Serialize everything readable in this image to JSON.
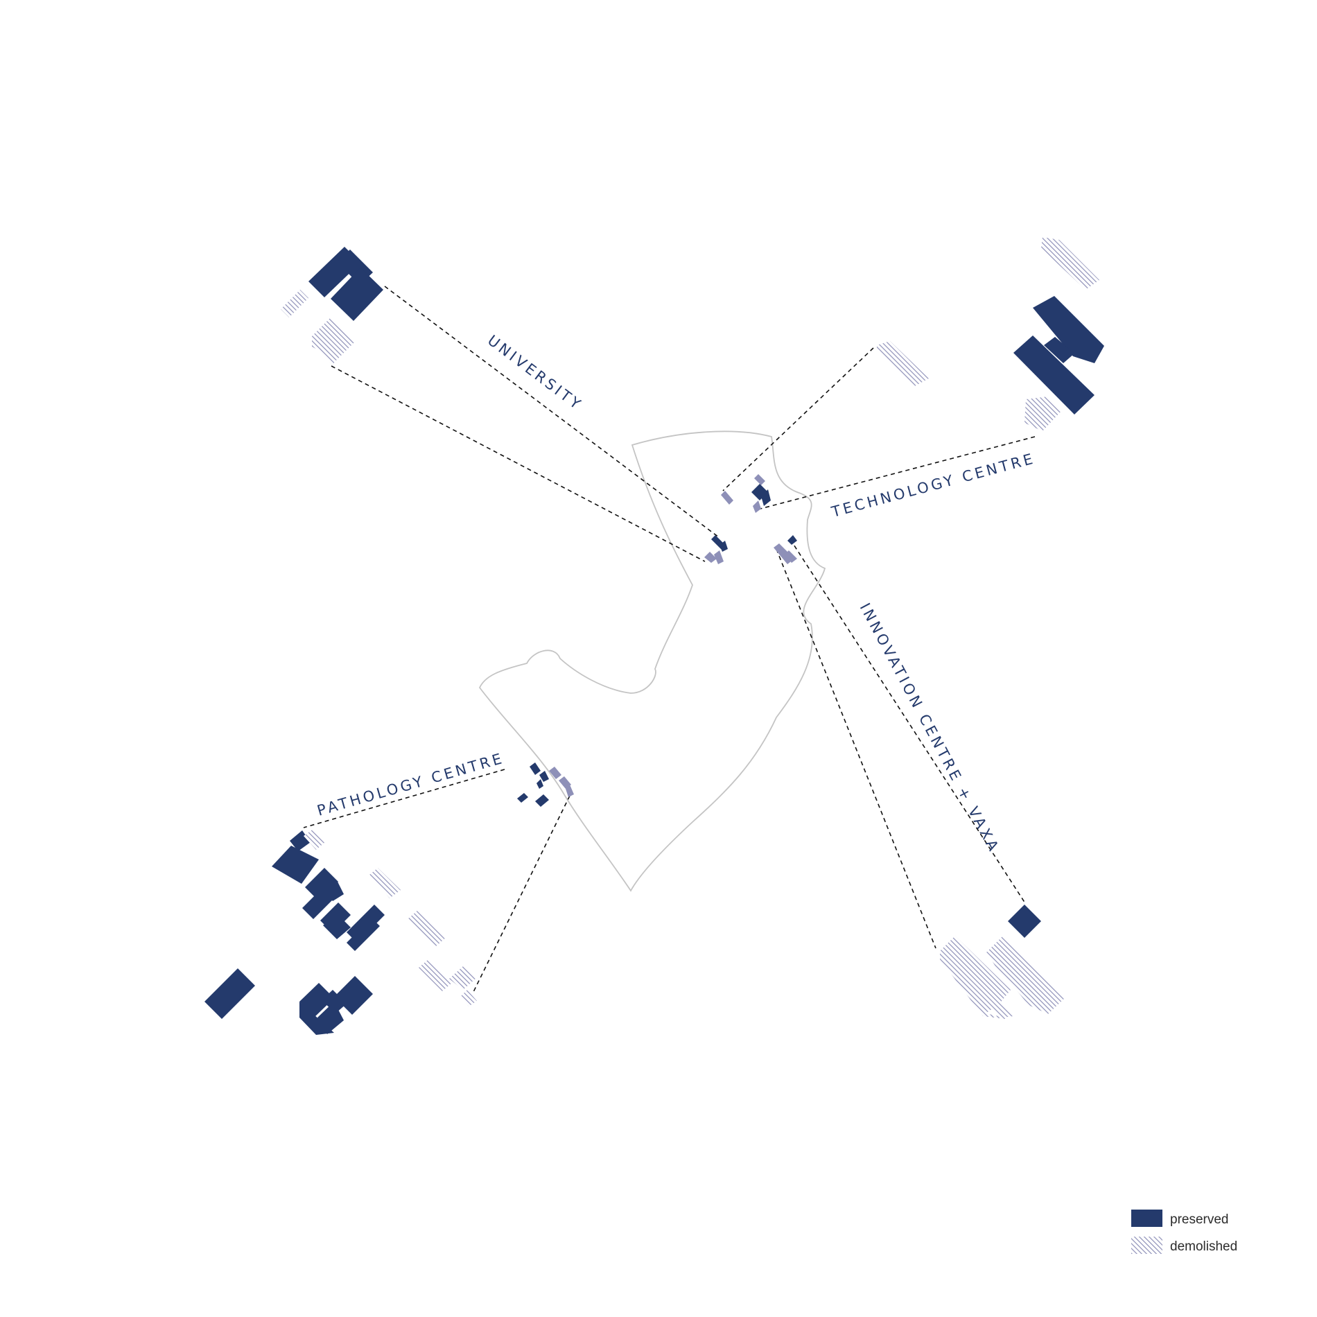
{
  "labels": {
    "university": "UNIVERSITY",
    "technology": "TECHNOLOGY CENTRE",
    "innovation": "INNOVATION CENTRE + VAXA",
    "pathology": "PATHOLOGY CENTRE"
  },
  "legend": {
    "preserved": "preserved",
    "demolished": "demolished"
  },
  "colors": {
    "preserved": "#243a6c",
    "demolished": "#8e90b8",
    "boundary": "#c4c4c4",
    "link": "#111111"
  }
}
